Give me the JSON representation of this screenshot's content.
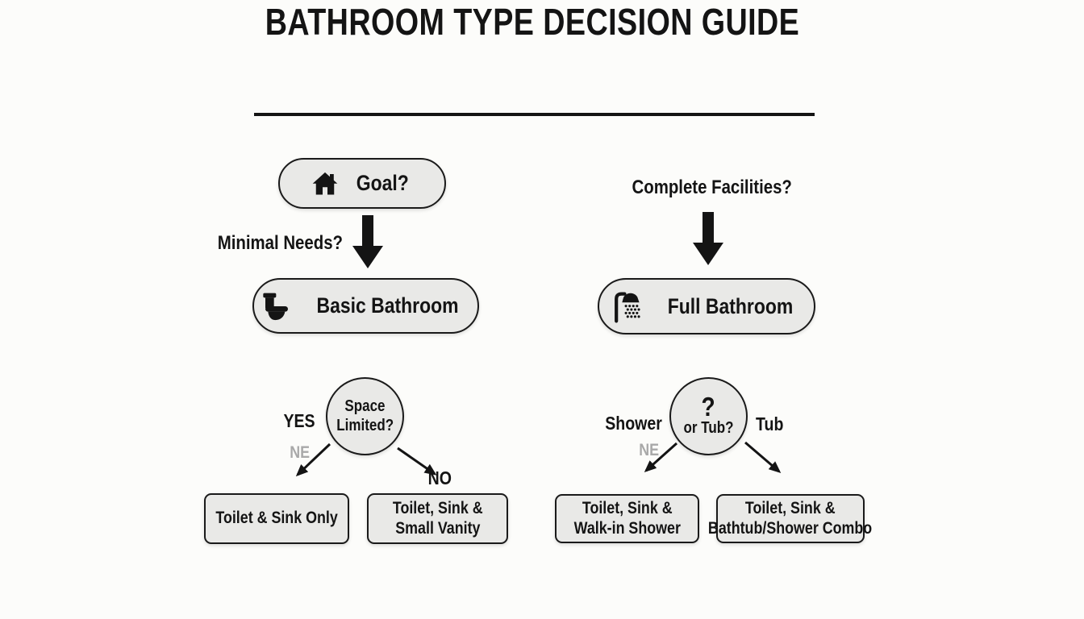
{
  "title": "BATHROOM TYPE DECISION GUIDE",
  "colors": {
    "background": "#fcfcfa",
    "node_fill": "#e9e9e7",
    "node_border": "#1a1a1a",
    "text": "#141414",
    "ghost_text": "#a9a9a9"
  },
  "left_branch": {
    "root_node": {
      "label": "Goal?",
      "icon": "house-icon"
    },
    "edge_label": "Minimal Needs?",
    "result_node": {
      "label": "Basic Bathroom",
      "icon": "toilet-icon"
    },
    "decision": {
      "line1": "Space",
      "line2": "Limited?"
    },
    "yes": {
      "label": "YES",
      "ghost": "NE"
    },
    "no": {
      "label": "NO"
    },
    "outcome_yes": {
      "line1": "Toilet & Sink Only"
    },
    "outcome_no": {
      "line1": "Toilet, Sink &",
      "line2": "Small Vanity"
    }
  },
  "right_branch": {
    "edge_label": "Complete Facilities?",
    "result_node": {
      "label": "Full Bathroom",
      "icon": "shower-icon"
    },
    "decision": {
      "line1": "?",
      "line2": "or Tub?"
    },
    "shower": {
      "label": "Shower",
      "ghost": "NE"
    },
    "tub": {
      "label": "Tub"
    },
    "outcome_shower": {
      "line1": "Toilet, Sink &",
      "line2": "Walk-in Shower"
    },
    "outcome_tub": {
      "line1": "Toilet, Sink &",
      "line2": "Bathtub/Shower Combo"
    }
  }
}
